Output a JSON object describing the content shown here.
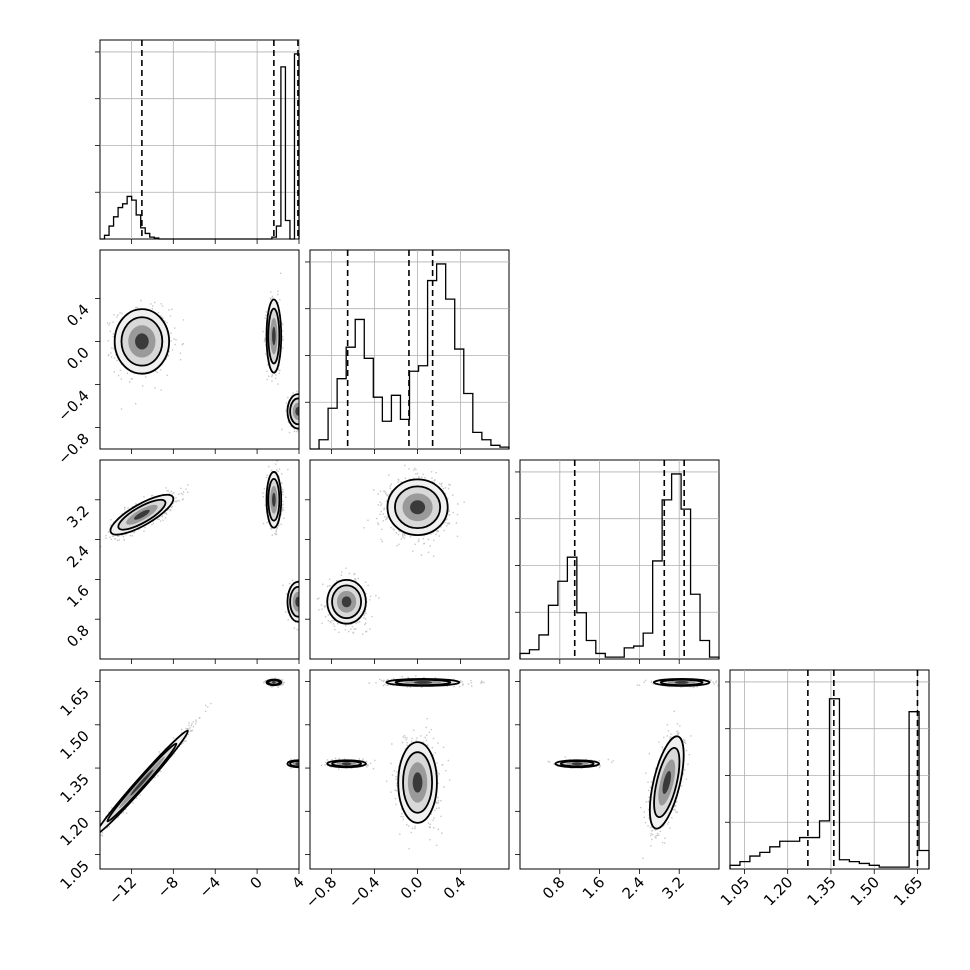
{
  "chart_data": {
    "type": "corner",
    "parameters": [
      {
        "index": 0,
        "range": [
          -15,
          4
        ],
        "ticks": [
          -12,
          -8,
          -4,
          0,
          4
        ],
        "tick_labels": [
          "−12",
          "−8",
          "−4",
          "0",
          "4"
        ],
        "quantiles": [
          -11.0,
          1.6,
          3.9
        ]
      },
      {
        "index": 1,
        "range": [
          -1.0,
          0.85
        ],
        "ticks": [
          -0.8,
          -0.4,
          0.0,
          0.4
        ],
        "tick_labels": [
          "−0.8",
          "−0.4",
          "0.0",
          "0.4"
        ],
        "quantiles": [
          -0.65,
          -0.08,
          0.14
        ]
      },
      {
        "index": 2,
        "range": [
          0.0,
          4.0
        ],
        "ticks": [
          0.8,
          1.6,
          2.4,
          3.2
        ],
        "tick_labels": [
          "0.8",
          "1.6",
          "2.4",
          "3.2"
        ],
        "quantiles": [
          1.1,
          2.9,
          3.3
        ]
      },
      {
        "index": 3,
        "range": [
          1.0,
          1.69
        ],
        "ticks": [
          1.05,
          1.2,
          1.35,
          1.5,
          1.65
        ],
        "tick_labels": [
          "1.05",
          "1.20",
          "1.35",
          "1.50",
          "1.65"
        ],
        "quantiles": [
          1.27,
          1.36,
          1.65
        ]
      }
    ],
    "histograms": [
      {
        "param": 0,
        "bins": [
          -15,
          4
        ],
        "counts": [
          0,
          0.02,
          0.07,
          0.12,
          0.17,
          0.19,
          0.23,
          0.21,
          0.13,
          0.06,
          0.03,
          0.01,
          0.005,
          0,
          0,
          0,
          0,
          0,
          0,
          0,
          0,
          0,
          0,
          0,
          0,
          0,
          0,
          0,
          0,
          0,
          0,
          0,
          0,
          0,
          0,
          0,
          0,
          0,
          0.01,
          0.07,
          0.93,
          0.1,
          0,
          1.0
        ]
      },
      {
        "param": 1,
        "bins": [
          -1.0,
          0.85
        ],
        "counts": [
          0,
          0.05,
          0.22,
          0.38,
          0.55,
          0.7,
          0.49,
          0.28,
          0.15,
          0.29,
          0.16,
          0.42,
          0.45,
          0.91,
          1.0,
          0.81,
          0.54,
          0.3,
          0.09,
          0.05,
          0.02,
          0.01
        ]
      },
      {
        "param": 2,
        "bins": [
          0.0,
          4.0
        ],
        "counts": [
          0.03,
          0.05,
          0.13,
          0.29,
          0.42,
          0.55,
          0.25,
          0.1,
          0.03,
          0.01,
          0.01,
          0.06,
          0.07,
          0.14,
          0.53,
          0.86,
          1.0,
          0.81,
          0.35,
          0.1,
          0.01
        ]
      },
      {
        "param": 3,
        "bins": [
          1.0,
          1.69
        ],
        "counts": [
          0.02,
          0.04,
          0.07,
          0.09,
          0.12,
          0.15,
          0.15,
          0.17,
          0.17,
          0.26,
          0.92,
          0.05,
          0.04,
          0.03,
          0.02,
          0.01,
          0.01,
          0.01,
          0.85,
          0.1
        ]
      }
    ],
    "pairs": [
      {
        "x": 0,
        "y": 1,
        "clusters": [
          {
            "cx": -11.0,
            "cy": 0.0,
            "sx": 1.3,
            "sy": 0.15,
            "rho": 0,
            "w": 0.5
          },
          {
            "cx": 1.6,
            "cy": 0.05,
            "sx": 0.35,
            "sy": 0.17,
            "rho": 0,
            "w": 0.3
          },
          {
            "cx": 3.9,
            "cy": -0.65,
            "sx": 0.5,
            "sy": 0.08,
            "rho": 0,
            "w": 0.2
          }
        ]
      },
      {
        "x": 0,
        "y": 2,
        "clusters": [
          {
            "cx": -11.0,
            "cy": 2.9,
            "sx": 1.5,
            "sy": 0.2,
            "rho": 0.8,
            "w": 0.5
          },
          {
            "cx": 1.6,
            "cy": 3.2,
            "sx": 0.35,
            "sy": 0.28,
            "rho": 0,
            "w": 0.3
          },
          {
            "cx": 3.9,
            "cy": 1.15,
            "sx": 0.5,
            "sy": 0.2,
            "rho": 0,
            "w": 0.2
          }
        ]
      },
      {
        "x": 1,
        "y": 2,
        "clusters": [
          {
            "cx": 0.0,
            "cy": 3.05,
            "sx": 0.14,
            "sy": 0.28,
            "rho": 0,
            "w": 0.6
          },
          {
            "cx": -0.66,
            "cy": 1.15,
            "sx": 0.09,
            "sy": 0.22,
            "rho": 0,
            "w": 0.4
          }
        ]
      },
      {
        "x": 0,
        "y": 3,
        "clusters": [
          {
            "cx": -11.0,
            "cy": 1.3,
            "sx": 2.2,
            "sy": 0.09,
            "rho": 0.99,
            "w": 0.5
          },
          {
            "cx": 1.6,
            "cy": 1.647,
            "sx": 0.35,
            "sy": 0.005,
            "rho": 0,
            "w": 0.3
          },
          {
            "cx": 3.9,
            "cy": 1.365,
            "sx": 0.5,
            "sy": 0.006,
            "rho": 0,
            "w": 0.2
          }
        ]
      },
      {
        "x": 1,
        "y": 3,
        "clusters": [
          {
            "cx": 0.05,
            "cy": 1.647,
            "sx": 0.17,
            "sy": 0.006,
            "rho": 0,
            "w": 0.3
          },
          {
            "cx": -0.66,
            "cy": 1.365,
            "sx": 0.09,
            "sy": 0.006,
            "rho": 0,
            "w": 0.2
          },
          {
            "cx": 0.0,
            "cy": 1.3,
            "sx": 0.09,
            "sy": 0.07,
            "rho": 0,
            "w": 0.5
          }
        ]
      },
      {
        "x": 2,
        "y": 3,
        "clusters": [
          {
            "cx": 3.25,
            "cy": 1.647,
            "sx": 0.28,
            "sy": 0.006,
            "rho": 0,
            "w": 0.3
          },
          {
            "cx": 1.15,
            "cy": 1.365,
            "sx": 0.22,
            "sy": 0.006,
            "rho": 0,
            "w": 0.2
          },
          {
            "cx": 2.95,
            "cy": 1.3,
            "sx": 0.17,
            "sy": 0.08,
            "rho": 0.6,
            "w": 0.5
          }
        ]
      }
    ],
    "grid": true,
    "legend": "none"
  }
}
